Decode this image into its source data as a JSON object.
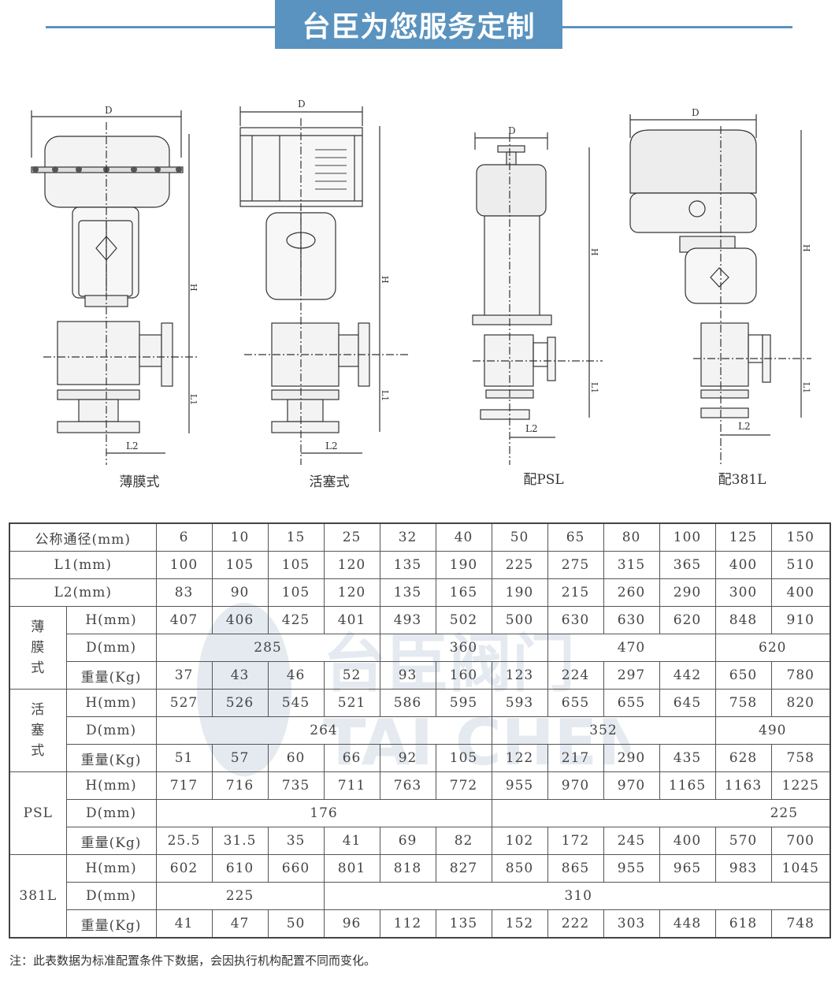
{
  "banner": {
    "title": "台臣为您服务定制",
    "color": "#5a93bf"
  },
  "drawings": [
    {
      "caption": "薄膜式",
      "labels": {
        "D": "D",
        "H": "H",
        "L1": "L1",
        "L2": "L2"
      }
    },
    {
      "caption": "活塞式",
      "labels": {
        "D": "D",
        "H": "H",
        "L1": "L1",
        "L2": "L2"
      }
    },
    {
      "caption": "配PSL",
      "labels": {
        "D": "D",
        "H": "H",
        "L1": "L1",
        "L2": "L2"
      }
    },
    {
      "caption": "配381L",
      "labels": {
        "D": "D",
        "H": "H",
        "L1": "L1",
        "L2": "L2"
      }
    }
  ],
  "table": {
    "nominal_label": "公称通径(mm)",
    "nominal": [
      "6",
      "10",
      "15",
      "25",
      "32",
      "40",
      "50",
      "65",
      "80",
      "100",
      "125",
      "150"
    ],
    "l1_label": "L1(mm)",
    "l1": [
      "100",
      "105",
      "105",
      "120",
      "135",
      "190",
      "225",
      "275",
      "315",
      "365",
      "400",
      "510"
    ],
    "l2_label": "L2(mm)",
    "l2": [
      "83",
      "90",
      "105",
      "120",
      "135",
      "165",
      "190",
      "215",
      "260",
      "290",
      "300",
      "400"
    ],
    "h_label": "H(mm)",
    "d_label": "D(mm)",
    "w_label": "重量(Kg)",
    "groups": [
      {
        "name": "薄\n膜\n式",
        "h": [
          "407",
          "406",
          "425",
          "401",
          "493",
          "502",
          "500",
          "630",
          "630",
          "620",
          "848",
          "910"
        ],
        "d": [
          "285",
          "360",
          "470",
          "620"
        ],
        "w": [
          "37",
          "43",
          "46",
          "52",
          "93",
          "160",
          "123",
          "224",
          "297",
          "442",
          "650",
          "780"
        ]
      },
      {
        "name": "活\n塞\n式",
        "h": [
          "527",
          "526",
          "545",
          "521",
          "586",
          "595",
          "593",
          "655",
          "655",
          "645",
          "758",
          "820"
        ],
        "d": [
          "264",
          "352",
          "490"
        ],
        "w": [
          "51",
          "57",
          "60",
          "66",
          "92",
          "105",
          "122",
          "217",
          "290",
          "435",
          "628",
          "758"
        ]
      },
      {
        "name": "PSL",
        "h": [
          "717",
          "716",
          "735",
          "711",
          "763",
          "772",
          "955",
          "970",
          "970",
          "1165",
          "1163",
          "1225"
        ],
        "d": [
          "176",
          "225"
        ],
        "w": [
          "25.5",
          "31.5",
          "35",
          "41",
          "69",
          "82",
          "102",
          "172",
          "245",
          "400",
          "570",
          "700"
        ]
      },
      {
        "name": "381L",
        "h": [
          "602",
          "610",
          "660",
          "801",
          "818",
          "827",
          "850",
          "865",
          "955",
          "965",
          "983",
          "1045"
        ],
        "d": [
          "225",
          "310"
        ],
        "w": [
          "41",
          "47",
          "50",
          "96",
          "112",
          "135",
          "152",
          "222",
          "303",
          "448",
          "618",
          "748"
        ]
      }
    ]
  },
  "watermark": {
    "text1": "台臣阀门",
    "text2": "TAI CHEN"
  },
  "note": "注：此表数据为标准配置条件下数据，会因执行机构配置不同而变化。"
}
